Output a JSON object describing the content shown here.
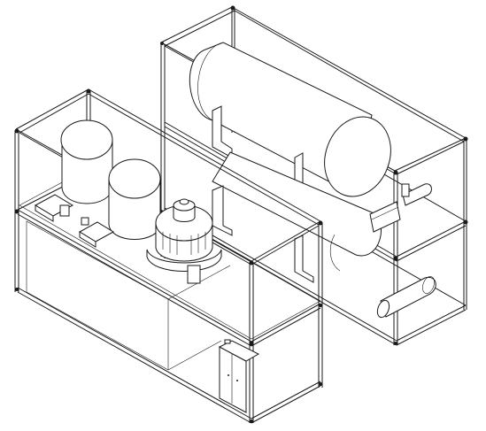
{
  "drawing": {
    "style": "isometric-line-drawing",
    "colors": {
      "line": "#1a1a1a",
      "background": "#ffffff"
    },
    "modules": [
      {
        "name": "rear-module",
        "components": [
          "horizontal-tank-upper",
          "horizontal-tank-lower",
          "tank-saddles",
          "small-horizontal-vessel",
          "pump-units"
        ]
      },
      {
        "name": "front-module",
        "components": [
          "vertical-tank-left",
          "vertical-tank-right",
          "blower-unit",
          "motor-units",
          "electrical-cabinet",
          "enclosure-panel"
        ]
      }
    ]
  }
}
